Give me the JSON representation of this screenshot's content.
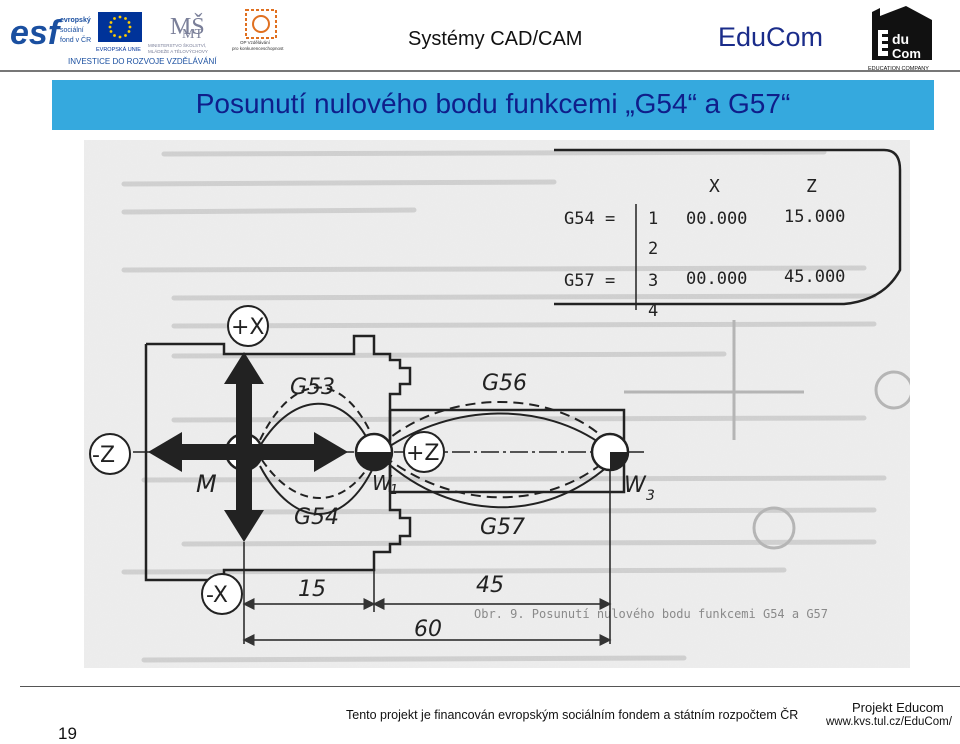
{
  "header": {
    "logos": {
      "esf_text": [
        "evropský",
        "sociální",
        "fond v ČR"
      ],
      "eu_text": "EVROPSKÁ UNIE",
      "msmt_text": [
        "MINISTERSTVO ŠKOLSTVÍ,",
        "MLÁDEŽE A TĚLOVÝCHOVY"
      ],
      "op_text": [
        "OP Vzdělávání",
        "pro konkurenceschopnost"
      ],
      "investice_text": "INVESTICE DO ROZVOJE VZDĚLÁVÁNÍ"
    },
    "course": "Systémy CAD/CAM",
    "brand": "EduCom",
    "educom_logo": {
      "line1": "du",
      "line2": "Com",
      "caption": "EDUCATION COMPANY"
    }
  },
  "slide": {
    "title": "Posunutí nulového bodu funkcemi „G54“ a G57“"
  },
  "figure": {
    "table": {
      "col_x": "X",
      "col_z": "Z",
      "rows": [
        {
          "label": "G54 =",
          "idx": "1",
          "x": "00.000",
          "z": "15.000"
        },
        {
          "label": "",
          "idx": "2",
          "x": "",
          "z": ""
        },
        {
          "label": "G57 =",
          "idx": "3",
          "x": "00.000",
          "z": "45.000"
        },
        {
          "label": "",
          "idx": "4",
          "x": "",
          "z": ""
        }
      ]
    },
    "labels": {
      "plus_x": "+X",
      "minus_x": "-X",
      "minus_z": "-Z",
      "plus_z": "+Z",
      "m": "M",
      "w1": "W",
      "w1_sub": "1",
      "w3": "W",
      "w3_sub": "3",
      "g53": "G53",
      "g54": "G54",
      "g56": "G56",
      "g57": "G57",
      "dim_15": "15",
      "dim_45": "45",
      "dim_60": "60"
    },
    "caption": "Obr. 9. Posunutí nulového bodu funkcemi G54 a G57"
  },
  "footer": {
    "page_number": "19",
    "funding": "Tento projekt je financován evropským sociálním fondem a státním rozpočtem ČR",
    "project": "Projekt Educom",
    "url": "www.kvs.tul.cz/EduCom/"
  },
  "colors": {
    "banner": "#35a9de",
    "title_text": "#0f1e8a",
    "brand_text": "#1a2c8a",
    "esf_blue": "#1a4fa0",
    "eu_blue": "#003399",
    "eu_star": "#ffcc00"
  }
}
